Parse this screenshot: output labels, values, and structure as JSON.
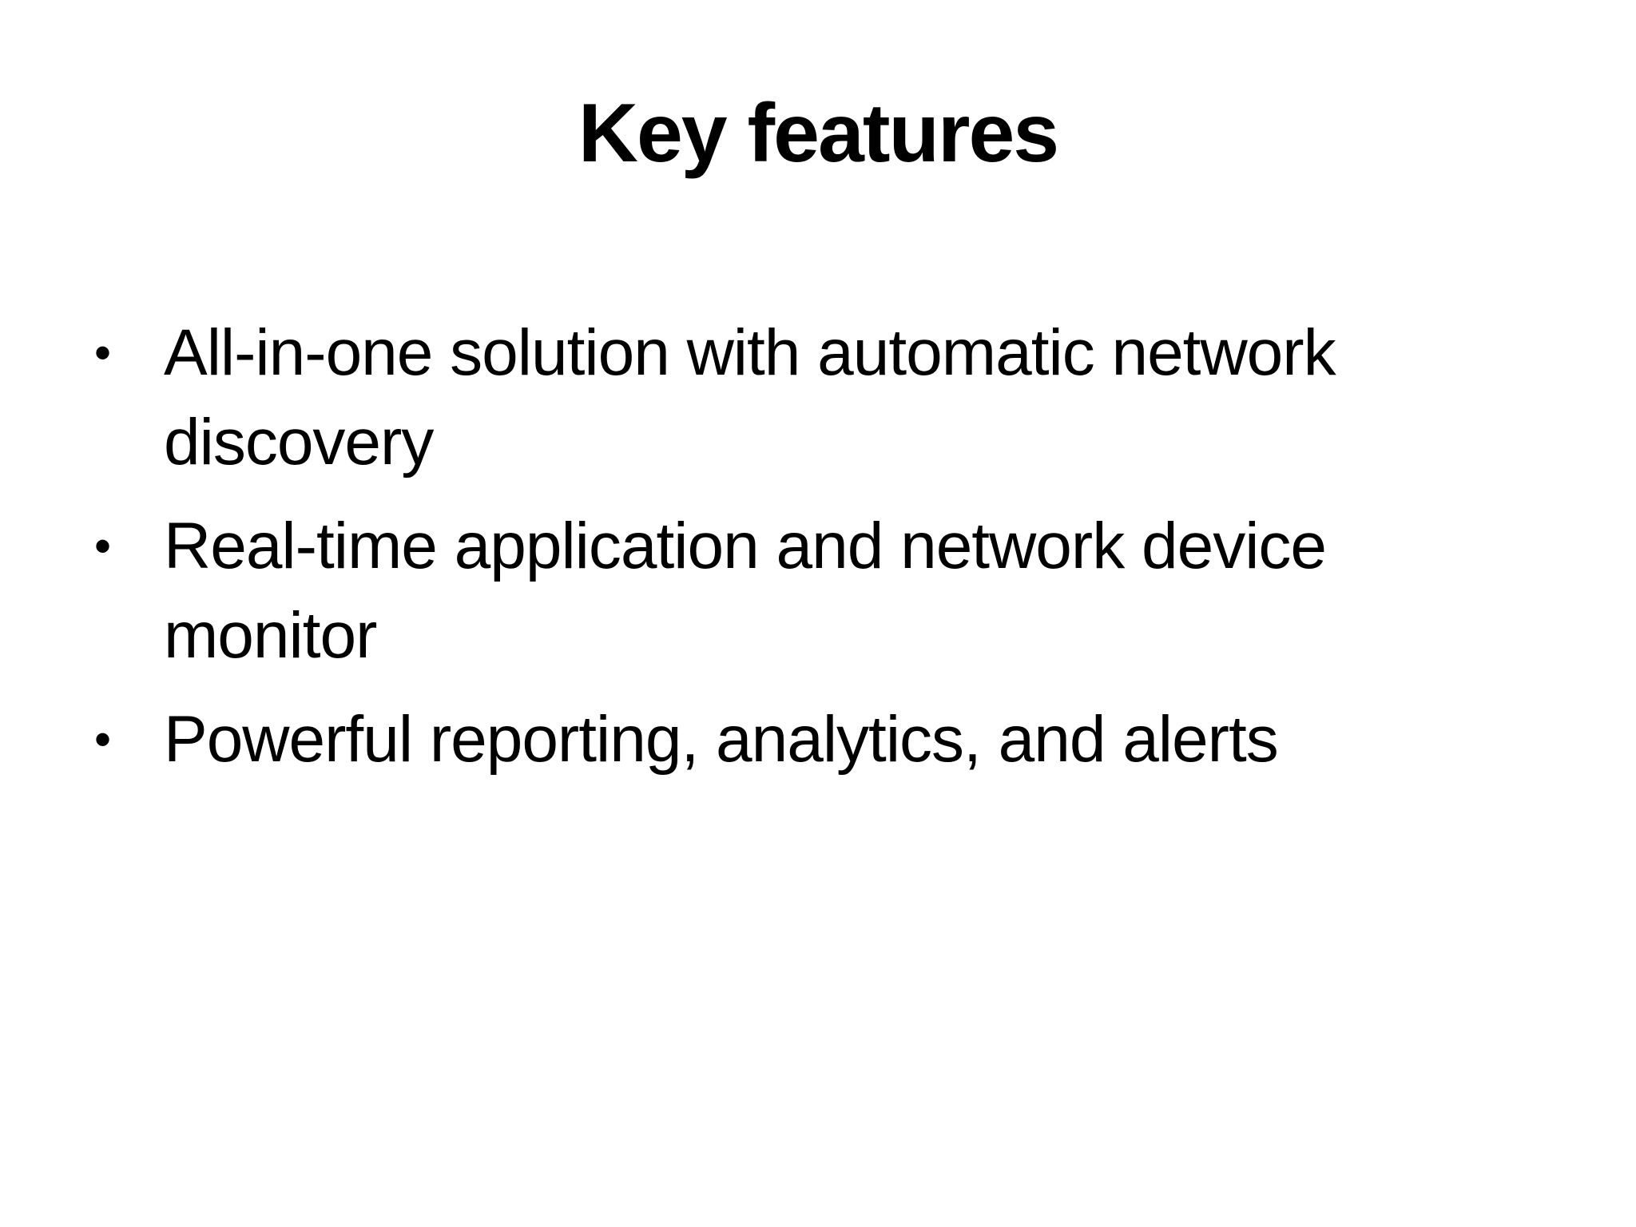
{
  "slide": {
    "title": "Key features",
    "bullet_glyph": "•",
    "bullets": [
      {
        "text": "All-in-one solution with automatic network discovery",
        "lines": [
          "All-in-one solution with automatic network",
          "discovery"
        ]
      },
      {
        "text": "Real-time application and network device monitor",
        "lines": [
          "Real-time application and network device",
          "monitor"
        ]
      },
      {
        "text": "Powerful reporting, analytics, and alerts",
        "lines": [
          "Powerful reporting, analytics, and alerts"
        ]
      }
    ],
    "colors": {
      "background": "#ffffff",
      "text": "#000000"
    }
  }
}
